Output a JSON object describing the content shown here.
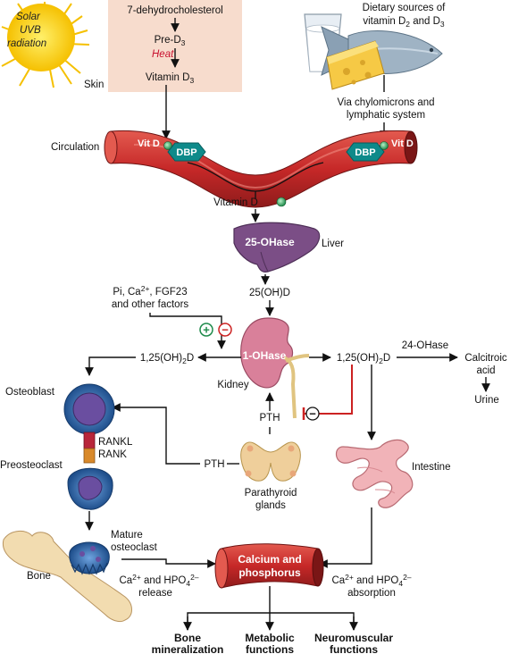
{
  "sun": {
    "line1": "Solar",
    "line2": "UVB",
    "line3": "radiation"
  },
  "skin_box": {
    "step1": "7-dehydrocholesterol",
    "step2": "Pre-D",
    "step2_sub": "3",
    "heat": "Heat",
    "step3": "Vitamin D",
    "step3_sub": "3",
    "label": "Skin"
  },
  "diet": {
    "line1": "Dietary sources of",
    "line2a": "vitamin D",
    "line2a_sub": "2",
    "line2b": " and D",
    "line2b_sub": "3",
    "via1": "Via chylomicrons and",
    "via2": "lymphatic system"
  },
  "circulation": {
    "label": "Circulation",
    "vitd_left": "Vit D",
    "vitd_right": "Vit D",
    "dbp_left": "DBP",
    "dbp_right": "DBP",
    "vitamin_d": "Vitamin D"
  },
  "liver": {
    "enzyme": "25-OHase",
    "label": "Liver",
    "product": "25(OH)D"
  },
  "regulators": {
    "line1a": "Pi, Ca",
    "line1_sup": "2+",
    "line1b": ", FGF23",
    "line2": "and other factors",
    "plus": "+",
    "minus": "−"
  },
  "kidney": {
    "enzyme": "1-OHase",
    "label": "Kidney",
    "product_left": "1,25(OH)",
    "product_left_sub": "2",
    "product_left_end": "D",
    "product_right": "1,25(OH)",
    "product_right_sub": "2",
    "product_right_end": "D"
  },
  "catabolism": {
    "enzyme": "24-OHase",
    "product1": "Calcitroic",
    "product2": "acid",
    "excretion": "Urine"
  },
  "pth": {
    "label_center": "PTH",
    "label_left": "PTH",
    "minus": "−",
    "gland1": "Parathyroid",
    "gland2": "glands"
  },
  "bone_cells": {
    "osteoblast": "Osteoblast",
    "rankl": "RANKL",
    "rank": "RANK",
    "preosteoclast": "Preosteoclast",
    "mature1": "Mature",
    "mature2": "osteoclast",
    "bone": "Bone"
  },
  "intestine": {
    "label": "Intestine"
  },
  "release": {
    "line1a": "Ca",
    "line1a_sup": "2+",
    "line1b": " and HPO",
    "line1b_sub": "4",
    "line1b_sup": "2–",
    "line2": "release"
  },
  "absorption": {
    "line1a": "Ca",
    "line1a_sup": "2+",
    "line1b": " and HPO",
    "line1b_sub": "4",
    "line1b_sup": "2–",
    "line2": "absorption"
  },
  "calcium_vessel": {
    "line1": "Calcium and",
    "line2": "phosphorus"
  },
  "outcomes": {
    "bone1": "Bone",
    "bone2": "mineralization",
    "met1": "Metabolic",
    "met2": "functions",
    "neuro1": "Neuromuscular",
    "neuro2": "functions"
  },
  "colors": {
    "vessel": "#c62828",
    "vessel_dark": "#8e1b1b",
    "dbp": "#0e8a8a",
    "liver": "#7b4e86",
    "kidney": "#d9809a",
    "skin_box": "#f7dccd",
    "gland": "#efcf9b",
    "intestine": "#f1b3b8",
    "cell_blue": "#2d6fb4",
    "cell_core": "#6a4ea0",
    "bone": "#f2dcb0",
    "inhibit": "#cc2222",
    "sun": "#f5c000"
  }
}
